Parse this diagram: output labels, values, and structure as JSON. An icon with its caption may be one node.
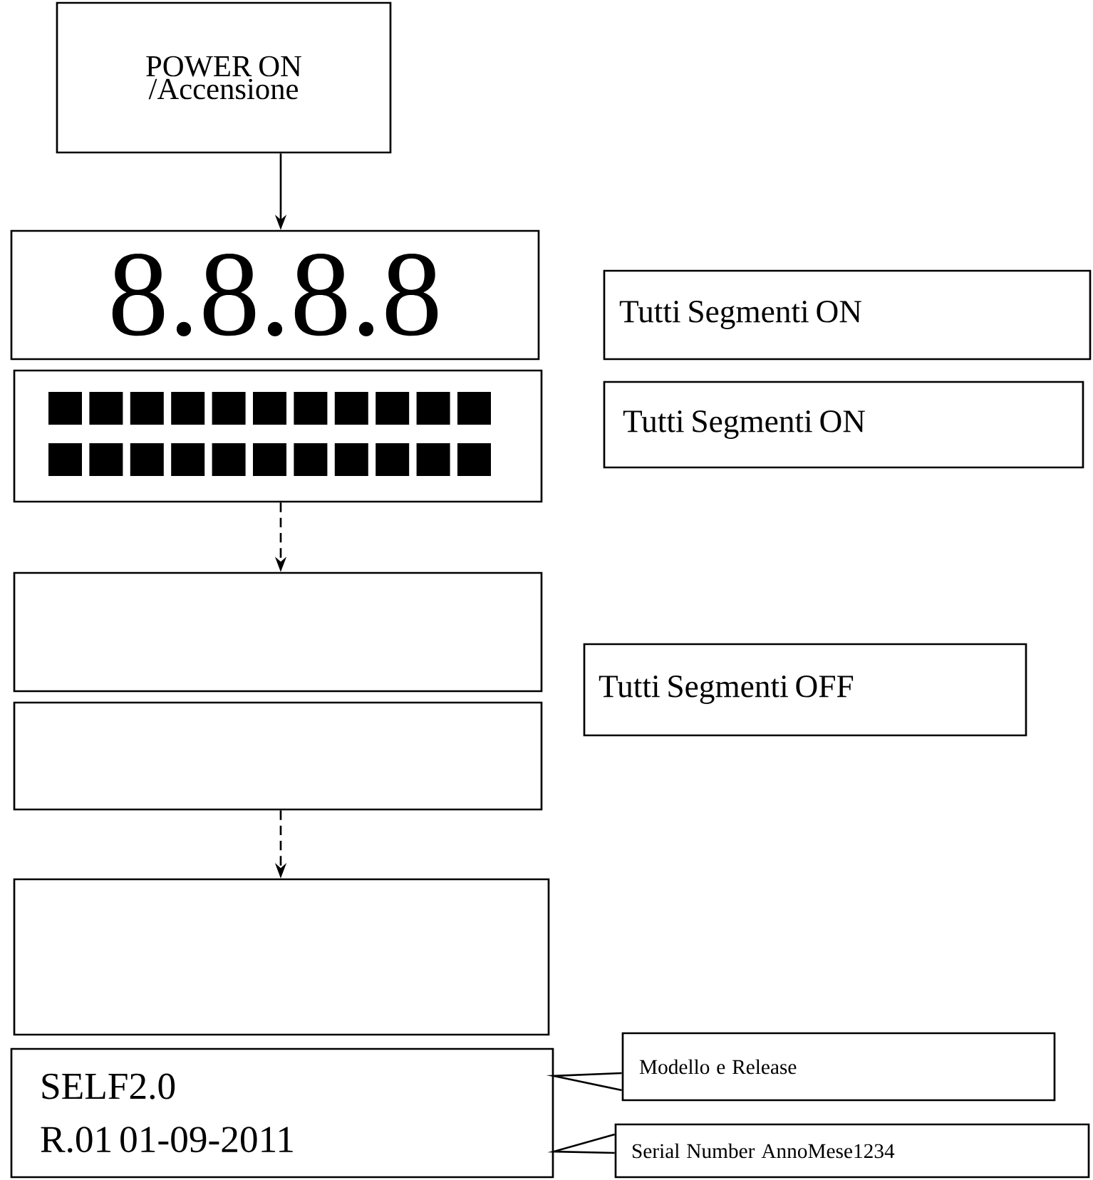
{
  "diagram": {
    "nodes": [
      {
        "text": [
          "POWER ON /Accensione"
        ]
      },
      {
        "text": [
          "8.8.8.8"
        ]
      },
      {
        "text": [],
        "shape": "box"
      },
      {
        "text": [
          "Tutti Segmenti ON"
        ]
      },
      {
        "text": [
          "Tutti Segmenti ON"
        ]
      },
      {
        "text": [],
        "shape": "box"
      },
      {
        "text": [],
        "shape": "box"
      },
      {
        "text": [
          "Tutti Segmenti OFF"
        ]
      },
      {
        "text": [],
        "shape": "box"
      },
      {
        "text": [
          "SELF2.0",
          "R.01 01-09-2011"
        ]
      },
      {
        "text": [
          "Modello e Release"
        ]
      },
      {
        "text": [
          "Serial Number  AnnoMese1234"
        ]
      }
    ],
    "edges": [
      {
        "from": 0,
        "to": 1,
        "arrow": "to"
      },
      {
        "from": 2,
        "to": 5,
        "arrow": "to",
        "style": "dashed"
      },
      {
        "from": 6,
        "to": 8,
        "arrow": "to",
        "style": "dashed"
      },
      {
        "from": 10,
        "to": 9,
        "arrow": "none"
      },
      {
        "from": 11,
        "to": 9,
        "arrow": "none"
      }
    ]
  }
}
